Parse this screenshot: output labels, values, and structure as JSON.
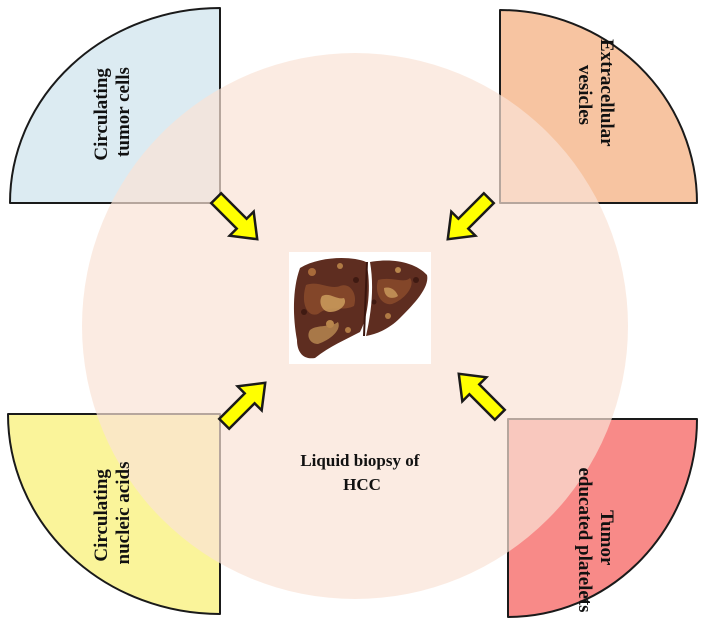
{
  "title": {
    "line1": "Liquid biopsy of",
    "line2": "HCC"
  },
  "quadrants": {
    "top_left": {
      "line1": "Circulating",
      "line2": "tumor cells",
      "fill": "#dcebf2"
    },
    "top_right": {
      "line1": "Extracellular",
      "line2": "vesicles",
      "fill": "#f7c4a1"
    },
    "bottom_left": {
      "line1": "Circulating",
      "line2": "nucleic acids",
      "fill": "#faf49a"
    },
    "bottom_right": {
      "line1": "Tumor",
      "line2": "educated platelets",
      "fill": "#f88a88"
    }
  },
  "colors": {
    "center_circle": "#f9e3d5",
    "arrow_fill": "#ffff00",
    "arrow_stroke": "#1a1a1a",
    "liver_dark": "#5e2d20",
    "liver_mid": "#8a4b2b",
    "liver_light": "#c8985a"
  },
  "icons": {
    "center": "liver-icon",
    "arrows": "arrow-icon"
  }
}
